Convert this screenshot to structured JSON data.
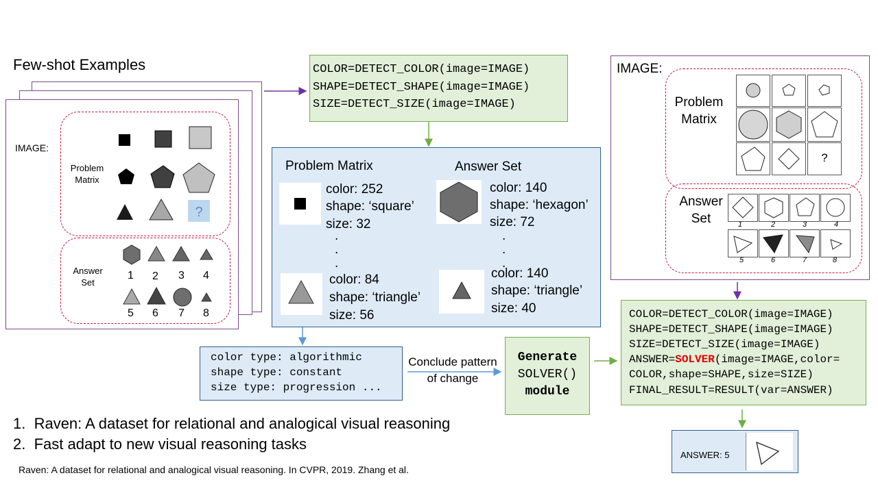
{
  "few_shot": {
    "title": "Few-shot Examples",
    "image_label": "IMAGE:",
    "problem_label": "Problem Matrix",
    "answer_label": "Answer Set",
    "question_mark": "?",
    "answer_numbers": [
      "1",
      "2",
      "3",
      "4",
      "5",
      "6",
      "7",
      "8"
    ]
  },
  "detect_code": {
    "lines": [
      "COLOR=DETECT_COLOR(image=IMAGE)",
      "SHAPE=DETECT_SHAPE(image=IMAGE)",
      "SIZE=DETECT_SIZE(image=IMAGE)"
    ]
  },
  "attributes_panel": {
    "problem_header": "Problem Matrix",
    "answer_header": "Answer Set",
    "problem_first": [
      "color: 252",
      "shape: ‘square’",
      "size: 32"
    ],
    "problem_last": [
      "color: 84",
      "shape: ‘triangle’",
      "size: 56"
    ],
    "answer_first": [
      "color: 140",
      "shape: ‘hexagon’",
      "size: 72"
    ],
    "answer_last": [
      "color: 140",
      "shape: ‘triangle’",
      "size: 40"
    ],
    "ellipsis": "."
  },
  "pattern_box": {
    "lines": [
      "color type: algorithmic",
      "shape type: constant",
      "size type: progression ..."
    ]
  },
  "conclude_label": [
    "Conclude pattern",
    "of change"
  ],
  "solver_module": {
    "lines": [
      "Generate",
      "SOLVER()",
      "module"
    ]
  },
  "right_image": {
    "label": "IMAGE:",
    "problem_label": [
      "Problem",
      "Matrix"
    ],
    "answer_label": [
      "Answer",
      "Set"
    ],
    "question_mark": "?",
    "answer_numbers": [
      "1",
      "2",
      "3",
      "4",
      "5",
      "6",
      "7",
      "8"
    ]
  },
  "final_code": {
    "line1": "COLOR=DETECT_COLOR(image=IMAGE)",
    "line2": "SHAPE=DETECT_SHAPE(image=IMAGE)",
    "line3": "SIZE=DETECT_SIZE(image=IMAGE)",
    "line4_prefix": "ANSWER=",
    "line4_solver": "SOLVER",
    "line4_suffix": "(image=IMAGE,color=",
    "line5": "COLOR,shape=SHAPE,size=SIZE)",
    "line6": "FINAL_RESULT=RESULT(var=ANSWER)",
    "solver_color": "#e00000"
  },
  "answer_box": {
    "label": "ANSWER: 5"
  },
  "notes": {
    "items": [
      "1.  Raven: A dataset for relational and analogical visual reasoning",
      "2.  Fast adapt to new visual reasoning tasks"
    ],
    "citation": "Raven: A dataset for relational and analogical visual reasoning. In CVPR, 2019. Zhang et al."
  },
  "colors": {
    "arrow_purple": "#7030a0",
    "arrow_green": "#70ad47",
    "arrow_blue": "#5b9bd5",
    "dash_red": "#c0143c"
  }
}
